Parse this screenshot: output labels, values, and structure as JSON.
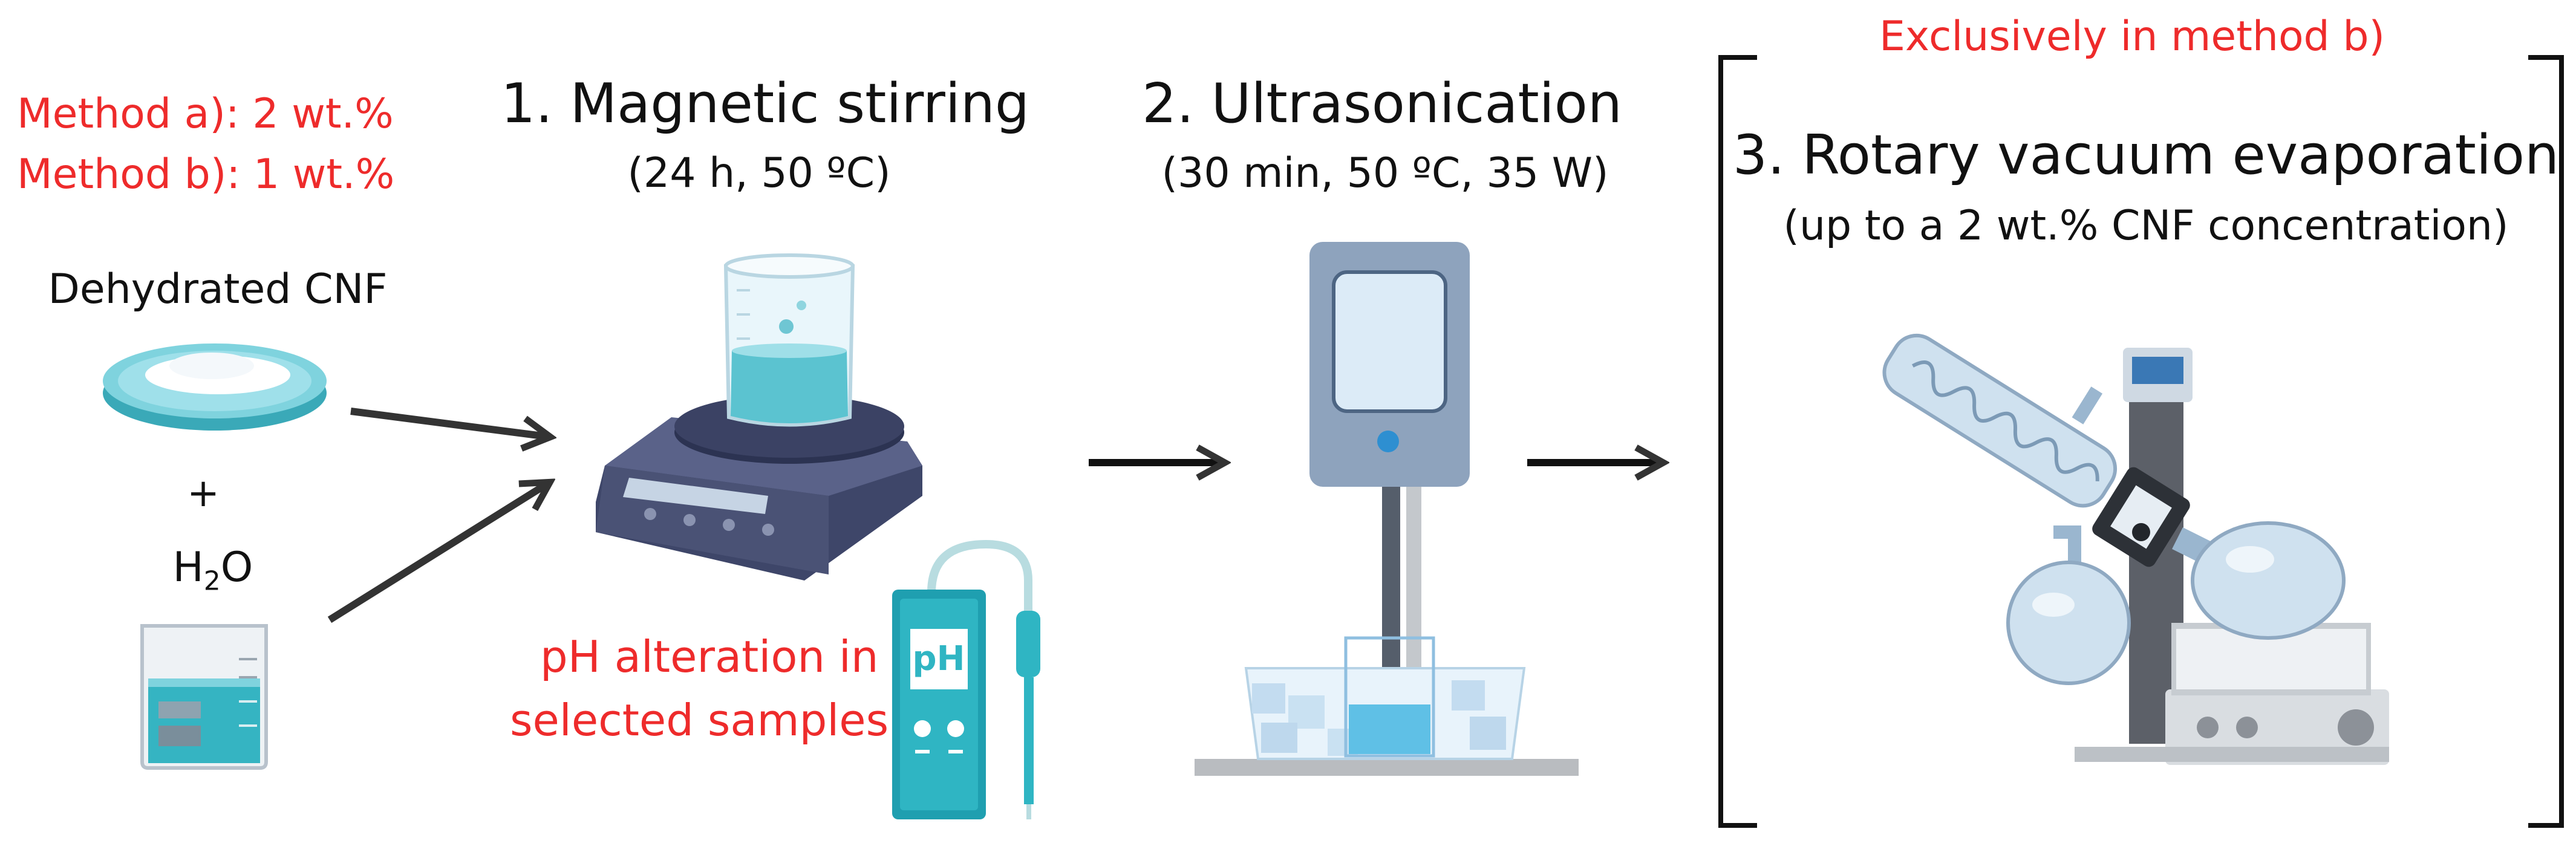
{
  "method_a": "Method a): 2 wt.%",
  "method_b": "Method b): 1 wt.%",
  "cnf_label": "Dehydrated CNF",
  "plus": "+",
  "water_label": {
    "h": "H",
    "sub": "2",
    "o": "O"
  },
  "step1": {
    "title": "1. Magnetic stirring",
    "conditions": "(24 h, 50 ºC)"
  },
  "ph_note": {
    "line1": "pH alteration in",
    "line2": "selected samples"
  },
  "ph_meter_text": "pH",
  "step2": {
    "title": "2. Ultrasonication",
    "conditions": "(30 min, 50 ºC, 35 W)"
  },
  "exclusive_note": "Exclusively in method b)",
  "step3": {
    "title": "3. Rotary vacuum evaporation",
    "conditions": "(up to a 2 wt.% CNF concentration)"
  },
  "colors": {
    "red": "#ee2b2b",
    "teal": "#2fb5c3",
    "slate": "#4a5270",
    "arrow": "#333333"
  }
}
